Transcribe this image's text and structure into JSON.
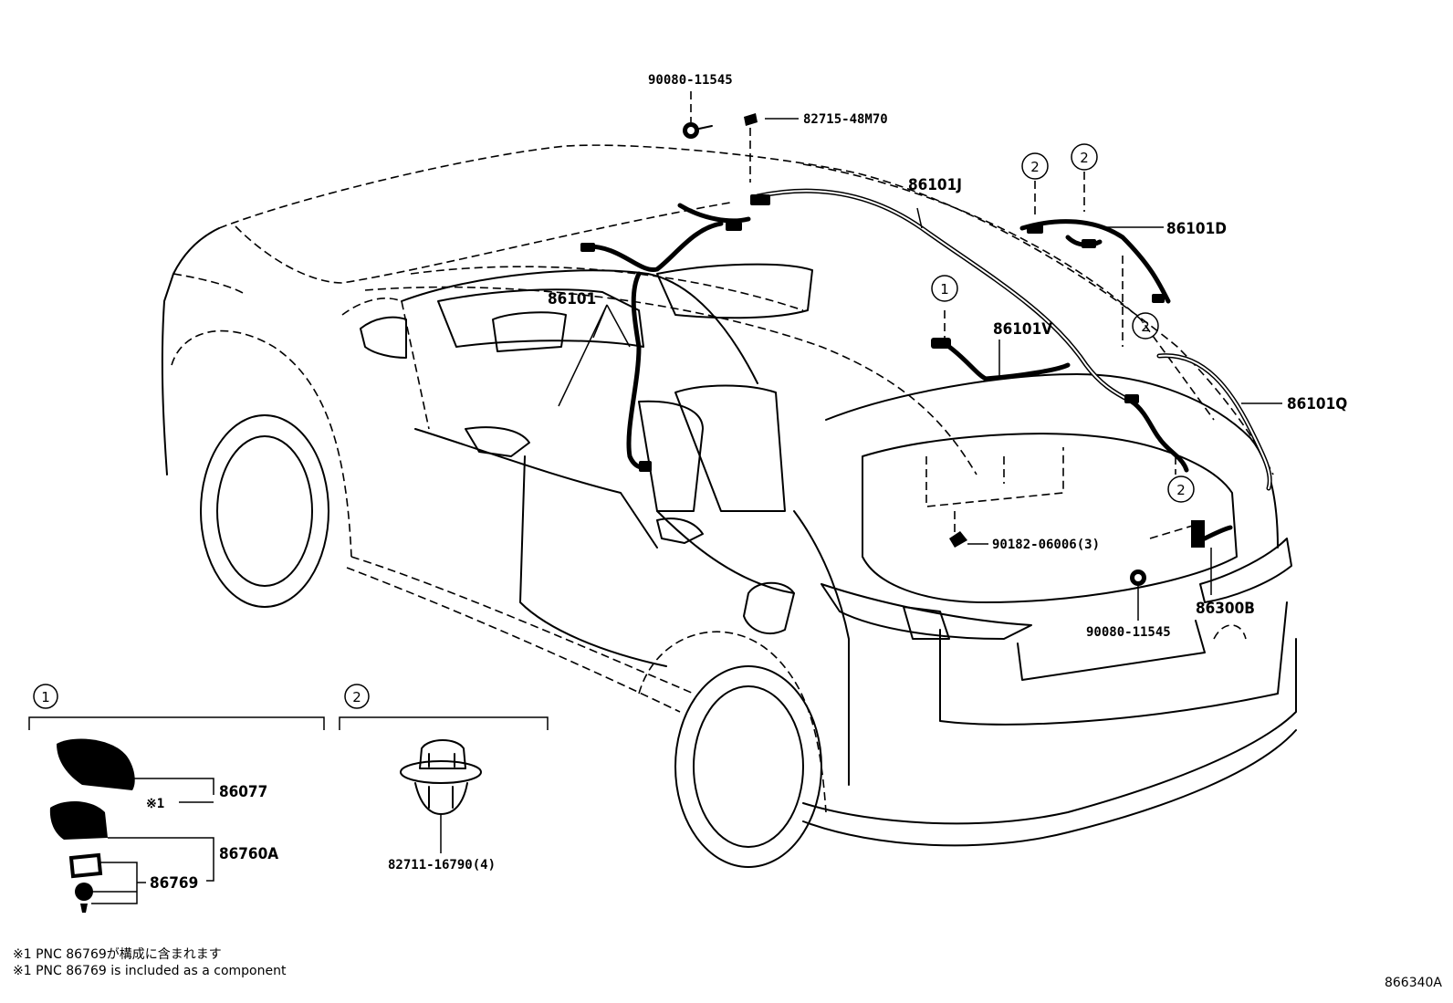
{
  "parts": {
    "p_90080_top": "90080-11545",
    "p_82715": "82715-48M70",
    "p_86101J": "86101J",
    "p_86101D": "86101D",
    "p_86101": "86101",
    "p_86101V": "86101V",
    "p_86101Q": "86101Q",
    "p_90182": "90182-06006(3)",
    "p_86300B": "86300B",
    "p_90080_bottom": "90080-11545",
    "p_86077": "86077",
    "p_86760A": "86760A",
    "p_86769": "86769",
    "p_82711": "82711-16790(4)"
  },
  "callouts": {
    "c1": "1",
    "c2": "2",
    "ref_mark": "※1"
  },
  "notes": {
    "jp": "※1 PNC 86769が構成に含まれます",
    "en": "※1 PNC 86769 is included as a component"
  },
  "diagram_code": "866340A"
}
